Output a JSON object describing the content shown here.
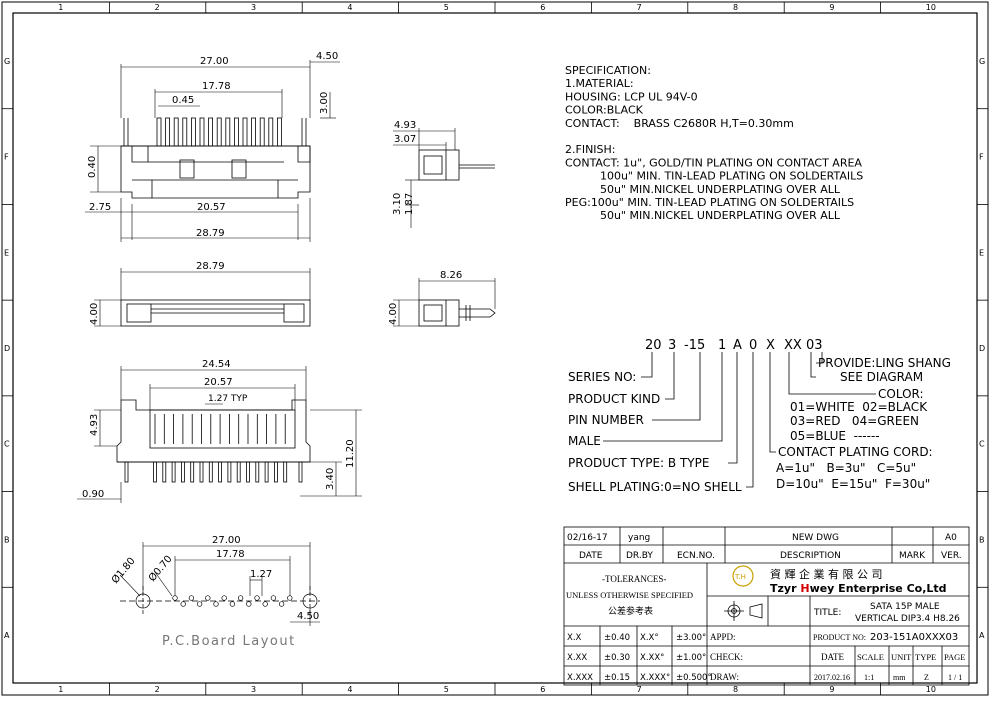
{
  "frame": {
    "cols": [
      "1",
      "2",
      "3",
      "4",
      "5",
      "6",
      "7",
      "8",
      "9",
      "10"
    ],
    "rows": [
      "G",
      "F",
      "E",
      "D",
      "C",
      "B",
      "A"
    ]
  },
  "dims": {
    "front_width": "27.00",
    "front_right": "4.50",
    "front_pitch_span": "17.78",
    "front_pin_w": "0.45",
    "front_height": "3.00",
    "front_left_h": "0.40",
    "front_left_off": "2.75",
    "front_inner": "20.57",
    "front_overall": "28.79",
    "side_a": "4.93",
    "side_b": "3.07",
    "side_c": "3.10",
    "side_d": "1.87",
    "top_overall": "28.79",
    "top_height": "4.00",
    "top_side_w": "8.26",
    "top_side_h": "4.00",
    "dip_outer": "24.54",
    "dip_inner": "20.57",
    "dip_pitch": "1.27 TYP",
    "dip_body": "4.93",
    "dip_total": "11.20",
    "dip_pin": "3.40",
    "dip_offset": "0.90",
    "pcb_width": "27.00",
    "pcb_span": "17.78",
    "pcb_pitch": "1.27",
    "pcb_hole_big": "Ø1.80",
    "pcb_hole_small": "Ø0.70",
    "pcb_offset": "4.50"
  },
  "pcb_label": "P.C.Board Layout",
  "spec": [
    "SPECIFICATION:",
    "1.MATERIAL:",
    "HOUSING: LCP UL 94V-0",
    "COLOR:BLACK",
    "CONTACT:    BRASS C2680R H,T=0.30mm",
    "",
    "2.FINISH:",
    "CONTACT: 1u\", GOLD/TIN PLATING ON CONTACT AREA",
    "          100u\" MIN. TIN-LEAD PLATING ON SOLDERTAILS",
    "          50u\" MIN.NICKEL UNDERPLATING OVER ALL",
    "PEG:100u\" MIN. TIN-LEAD PLATING ON SOLDERTAILS",
    "          50u\" MIN.NICKEL UNDERPLATING OVER ALL"
  ],
  "part_code": {
    "code": [
      "20",
      "3",
      "-15",
      "1",
      "A",
      "0",
      "X",
      "XX",
      "03"
    ],
    "left_labels": [
      "SERIES NO:",
      "PRODUCT KIND",
      "PIN NUMBER",
      "MALE",
      "PRODUCT TYPE: B TYPE",
      "SHELL PLATING:0=NO SHELL"
    ],
    "right_labels": [
      "PROVIDE:LING SHANG",
      "SEE DIAGRAM",
      "COLOR:",
      "01=WHITE  02=BLACK",
      "03=RED   04=GREEN",
      "05=BLUE  ------",
      "CONTACT PLATING CORD:",
      "A=1u\"   B=3u\"   C=5u\"",
      "D=10u\"  E=15u\"  F=30u\""
    ]
  },
  "title_block": {
    "date_value": "02/16-17",
    "drby_value": "yang",
    "rev_desc": "NEW DWG",
    "ver_value": "A0",
    "h_date": "DATE",
    "h_drby": "DR.BY",
    "h_ecn": "ECN.NO.",
    "h_desc": "DESCRIPTION",
    "h_mark": "MARK",
    "h_ver": "VER.",
    "tol_1": "-TOLERANCES-",
    "tol_2": "UNLESS OTHERWISE SPECIFIED",
    "tol_3": "公差参考表",
    "logo_mark": "T.H",
    "company_cn": "資 輝 企 業 有 限 公 司",
    "company_en_1": "Tzyr ",
    "company_en_h": "H",
    "company_en_2": "wey Enterprise Co,Ltd",
    "title_label": "TITLE:",
    "title_1": "SATA 15P MALE",
    "title_2": "VERTICAL DIP3.4 H8.26",
    "tol_rows": [
      [
        "X.X",
        "±0.40",
        "X.X°",
        "±3.00°"
      ],
      [
        "X.XX",
        "±0.30",
        "X.XX°",
        "±1.00°"
      ],
      [
        "X.XXX",
        "±0.15",
        "X.XXX°",
        "±0.500°"
      ]
    ],
    "appd": "APPD:",
    "check": "CHECK:",
    "draw": "DRAW:",
    "product_no_label": "PRODUCT NO:",
    "product_no": "203-151A0XXX03",
    "h_date2": "DATE",
    "h_scale": "SCALE",
    "h_unit": "UNIT",
    "h_type": "TYPE",
    "h_page": "PAGE",
    "v_date": "2017.02.16",
    "v_scale": "1:1",
    "v_unit": "mm",
    "v_type": "Z",
    "v_page": "1 / 1"
  },
  "colors": {
    "line": "#000000",
    "logo_gold": "#c8a000",
    "logo_red": "#d40000",
    "label_grey": "#777777"
  }
}
